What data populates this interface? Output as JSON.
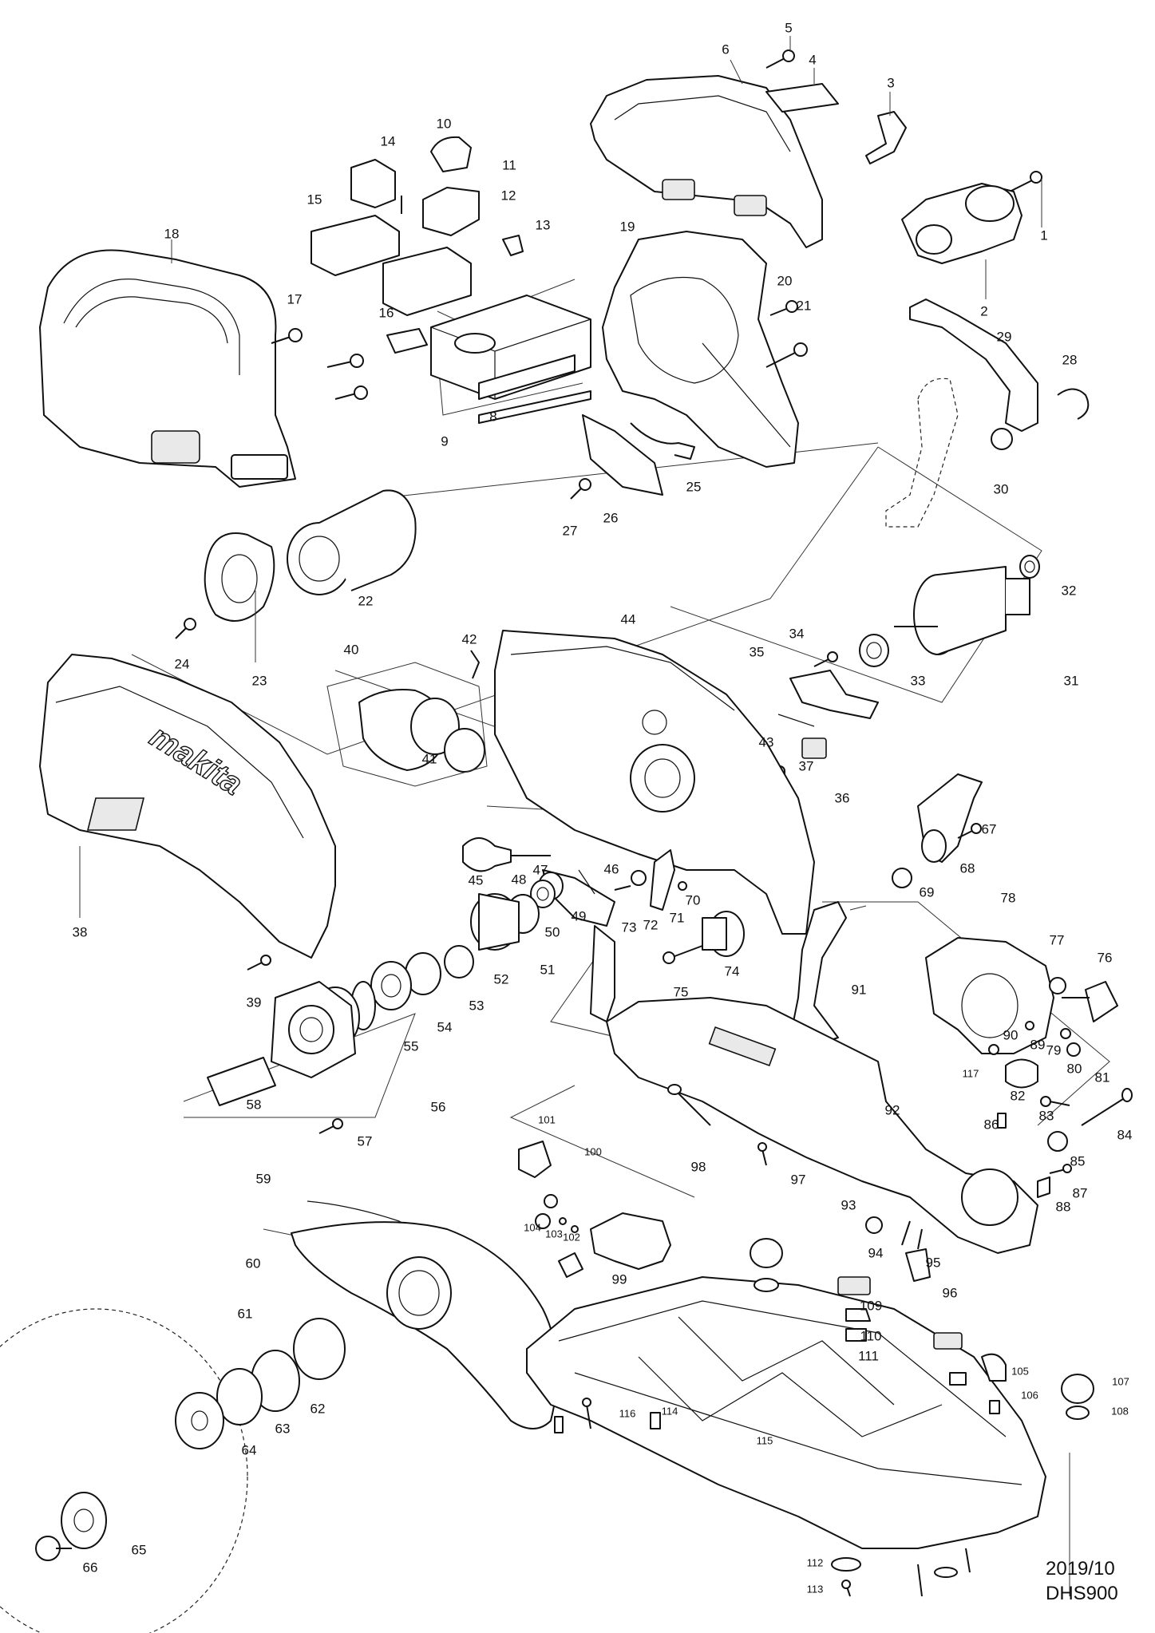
{
  "footer": {
    "date": "2019/10",
    "model": "DHS900"
  },
  "parts": [
    {
      "id": "p1",
      "label": "1"
    },
    {
      "id": "p2",
      "label": "2"
    },
    {
      "id": "p3",
      "label": "3"
    },
    {
      "id": "p4",
      "label": "4"
    },
    {
      "id": "p5",
      "label": "5"
    },
    {
      "id": "p6",
      "label": "6"
    },
    {
      "id": "p8",
      "label": "8"
    },
    {
      "id": "p9",
      "label": "9"
    },
    {
      "id": "p10",
      "label": "10"
    },
    {
      "id": "p11",
      "label": "11"
    },
    {
      "id": "p12",
      "label": "12"
    },
    {
      "id": "p13",
      "label": "13"
    },
    {
      "id": "p14",
      "label": "14"
    },
    {
      "id": "p15",
      "label": "15"
    },
    {
      "id": "p16",
      "label": "16"
    },
    {
      "id": "p17",
      "label": "17"
    },
    {
      "id": "p18",
      "label": "18"
    },
    {
      "id": "p19",
      "label": "19"
    },
    {
      "id": "p20",
      "label": "20"
    },
    {
      "id": "p21",
      "label": "21"
    },
    {
      "id": "p22",
      "label": "22"
    },
    {
      "id": "p23",
      "label": "23"
    },
    {
      "id": "p24",
      "label": "24"
    },
    {
      "id": "p25",
      "label": "25"
    },
    {
      "id": "p26",
      "label": "26"
    },
    {
      "id": "p27",
      "label": "27"
    },
    {
      "id": "p28",
      "label": "28"
    },
    {
      "id": "p29",
      "label": "29"
    },
    {
      "id": "p30",
      "label": "30"
    },
    {
      "id": "p31",
      "label": "31"
    },
    {
      "id": "p32",
      "label": "32"
    },
    {
      "id": "p33",
      "label": "33"
    },
    {
      "id": "p34",
      "label": "34"
    },
    {
      "id": "p35",
      "label": "35"
    },
    {
      "id": "p36",
      "label": "36"
    },
    {
      "id": "p37",
      "label": "37"
    },
    {
      "id": "p38",
      "label": "38"
    },
    {
      "id": "p39",
      "label": "39"
    },
    {
      "id": "p40",
      "label": "40"
    },
    {
      "id": "p41",
      "label": "41"
    },
    {
      "id": "p42",
      "label": "42"
    },
    {
      "id": "p43",
      "label": "43"
    },
    {
      "id": "p44",
      "label": "44"
    },
    {
      "id": "p45",
      "label": "45"
    },
    {
      "id": "p46",
      "label": "46"
    },
    {
      "id": "p47",
      "label": "47"
    },
    {
      "id": "p48",
      "label": "48"
    },
    {
      "id": "p49",
      "label": "49"
    },
    {
      "id": "p50",
      "label": "50"
    },
    {
      "id": "p51",
      "label": "51"
    },
    {
      "id": "p52",
      "label": "52"
    },
    {
      "id": "p53",
      "label": "53"
    },
    {
      "id": "p54",
      "label": "54"
    },
    {
      "id": "p55",
      "label": "55"
    },
    {
      "id": "p56",
      "label": "56"
    },
    {
      "id": "p57",
      "label": "57"
    },
    {
      "id": "p58",
      "label": "58"
    },
    {
      "id": "p59",
      "label": "59"
    },
    {
      "id": "p60",
      "label": "60"
    },
    {
      "id": "p61",
      "label": "61"
    },
    {
      "id": "p62",
      "label": "62"
    },
    {
      "id": "p63",
      "label": "63"
    },
    {
      "id": "p64",
      "label": "64"
    },
    {
      "id": "p65",
      "label": "65"
    },
    {
      "id": "p66",
      "label": "66"
    },
    {
      "id": "p67",
      "label": "67"
    },
    {
      "id": "p68",
      "label": "68"
    },
    {
      "id": "p69",
      "label": "69"
    },
    {
      "id": "p70",
      "label": "70"
    },
    {
      "id": "p71",
      "label": "71"
    },
    {
      "id": "p72",
      "label": "72"
    },
    {
      "id": "p73",
      "label": "73"
    },
    {
      "id": "p74",
      "label": "74"
    },
    {
      "id": "p75",
      "label": "75"
    },
    {
      "id": "p76",
      "label": "76"
    },
    {
      "id": "p77",
      "label": "77"
    },
    {
      "id": "p78",
      "label": "78"
    },
    {
      "id": "p79",
      "label": "79"
    },
    {
      "id": "p80",
      "label": "80"
    },
    {
      "id": "p81",
      "label": "81"
    },
    {
      "id": "p82",
      "label": "82"
    },
    {
      "id": "p83",
      "label": "83"
    },
    {
      "id": "p84",
      "label": "84"
    },
    {
      "id": "p85",
      "label": "85"
    },
    {
      "id": "p86",
      "label": "86"
    },
    {
      "id": "p87",
      "label": "87"
    },
    {
      "id": "p88",
      "label": "88"
    },
    {
      "id": "p89",
      "label": "89"
    },
    {
      "id": "p90",
      "label": "90"
    },
    {
      "id": "p91",
      "label": "91"
    },
    {
      "id": "p92",
      "label": "92"
    },
    {
      "id": "p93",
      "label": "93"
    },
    {
      "id": "p94",
      "label": "94"
    },
    {
      "id": "p95",
      "label": "95"
    },
    {
      "id": "p96",
      "label": "96"
    },
    {
      "id": "p97",
      "label": "97"
    },
    {
      "id": "p98",
      "label": "98"
    },
    {
      "id": "p99",
      "label": "99"
    },
    {
      "id": "p100",
      "label": "100"
    },
    {
      "id": "p101",
      "label": "101"
    },
    {
      "id": "p102",
      "label": "102"
    },
    {
      "id": "p103",
      "label": "103"
    },
    {
      "id": "p104",
      "label": "104"
    },
    {
      "id": "p105",
      "label": "105"
    },
    {
      "id": "p106",
      "label": "106"
    },
    {
      "id": "p107",
      "label": "107"
    },
    {
      "id": "p108",
      "label": "108"
    },
    {
      "id": "p109",
      "label": "109"
    },
    {
      "id": "p110",
      "label": "110"
    },
    {
      "id": "p111",
      "label": "111"
    },
    {
      "id": "p112",
      "label": "112"
    },
    {
      "id": "p113",
      "label": "113"
    },
    {
      "id": "p114",
      "label": "114"
    },
    {
      "id": "p115",
      "label": "115"
    },
    {
      "id": "p116",
      "label": "116"
    },
    {
      "id": "p117",
      "label": "117"
    }
  ],
  "logo_text": "makita"
}
